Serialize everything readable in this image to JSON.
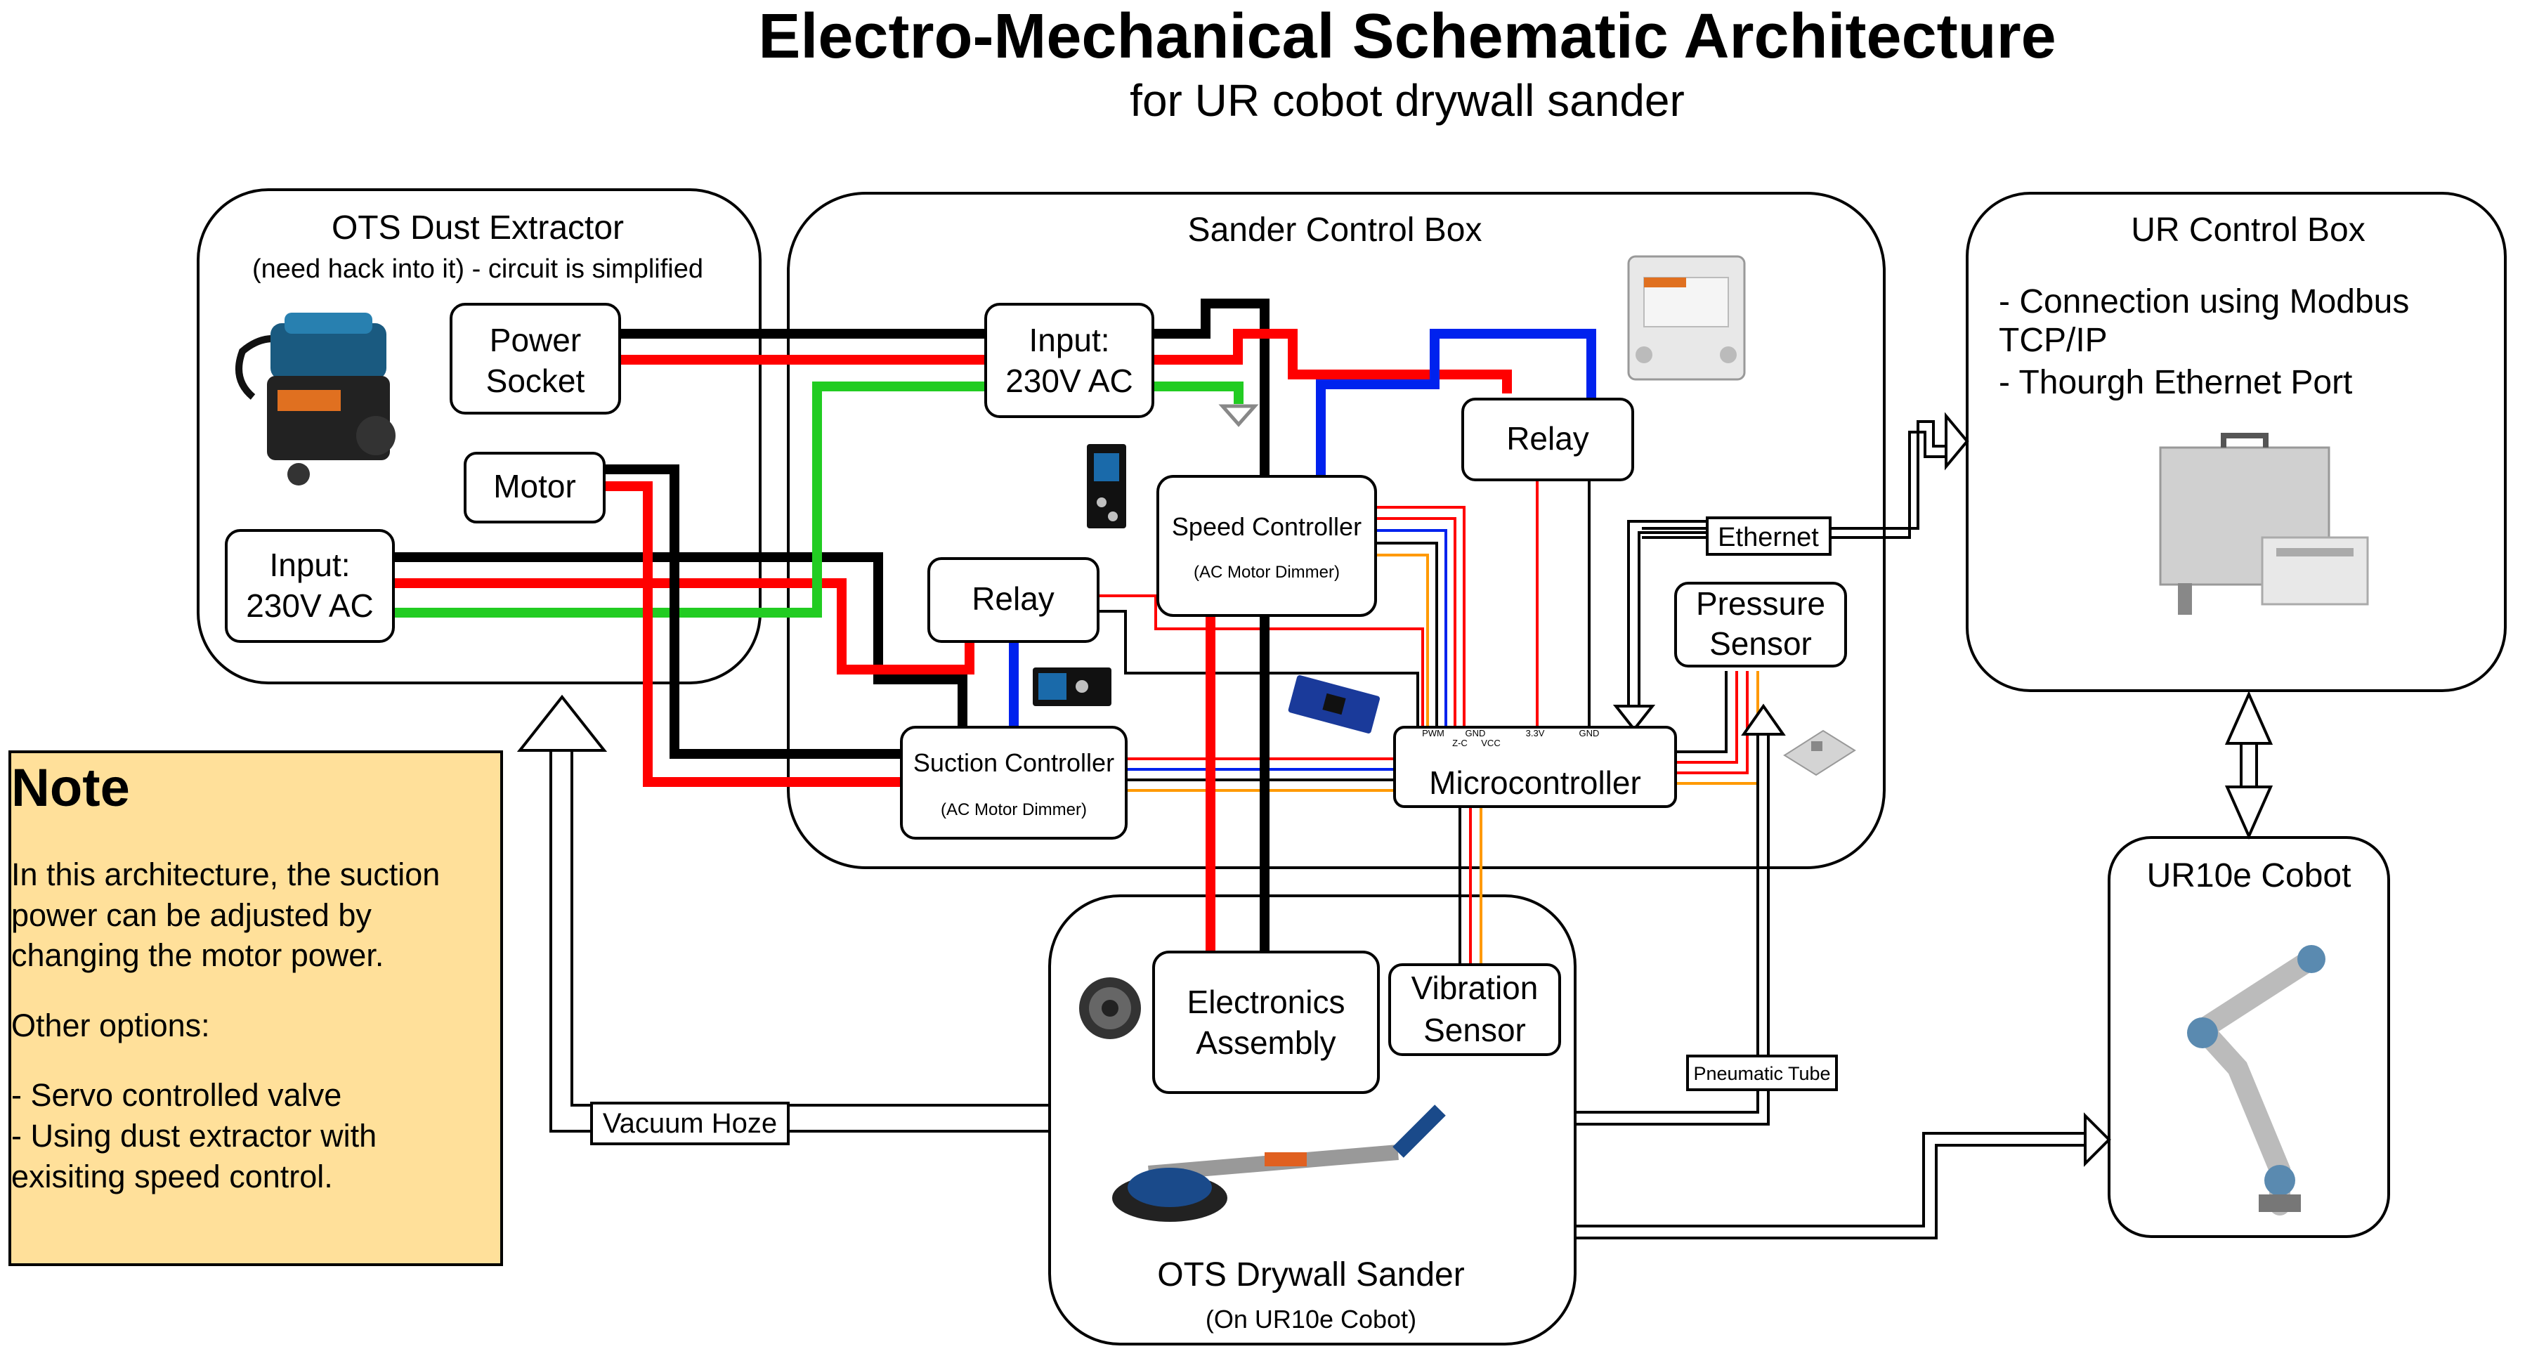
{
  "title": "Electro-Mechanical Schematic Architecture",
  "subtitle": "for UR cobot drywall sander",
  "dust_extractor": {
    "title": "OTS Dust Extractor",
    "subtitle": "(need hack into it) - circuit is simplified",
    "power_socket": [
      "Power",
      "Socket"
    ],
    "motor": "Motor",
    "input": [
      "Input:",
      "230V AC"
    ]
  },
  "control_box": {
    "title": "Sander Control Box",
    "input": [
      "Input:",
      "230V AC"
    ],
    "speed_controller": "Speed Controller",
    "speed_controller_sub": "(AC Motor Dimmer)",
    "relay_left": "Relay",
    "relay_right": "Relay",
    "suction_controller": "Suction Controller",
    "suction_controller_sub": "(AC Motor Dimmer)",
    "microcontroller": "Microcontroller",
    "mcu_pins": [
      "PWM",
      "GND",
      "Z-C",
      "VCC",
      "3.3V",
      "GND"
    ],
    "pressure_sensor": [
      "Pressure",
      "Sensor"
    ]
  },
  "ur_control_box": {
    "title": "UR Control Box",
    "lines": [
      "- Connection using Modbus",
      "TCP/IP",
      "- Thourgh Ethernet Port"
    ]
  },
  "cobot": {
    "title": "UR10e Cobot"
  },
  "sander": {
    "title": "OTS Drywall Sander",
    "subtitle": "(On UR10e Cobot)",
    "electronics": [
      "Electronics",
      "Assembly"
    ],
    "vibration": [
      "Vibration",
      "Sensor"
    ]
  },
  "connection_labels": {
    "ethernet": "Ethernet",
    "vacuum": "Vacuum Hoze",
    "pneumatic": "Pneumatic Tube"
  },
  "note": {
    "title": "Note",
    "paragraph1": "In this architecture, the suction power can be adjusted by changing the motor power.",
    "paragraph2": "Other options:",
    "items": [
      "- Servo controlled valve",
      "- Using dust extractor with",
      "exisiting speed control."
    ]
  },
  "colors": {
    "live": "#ff0000",
    "neutral": "#000000",
    "earth": "#22cc22",
    "signal_blue": "#0022ee",
    "signal_orange": "#ff9900",
    "note_bg": "#ffe09a"
  }
}
